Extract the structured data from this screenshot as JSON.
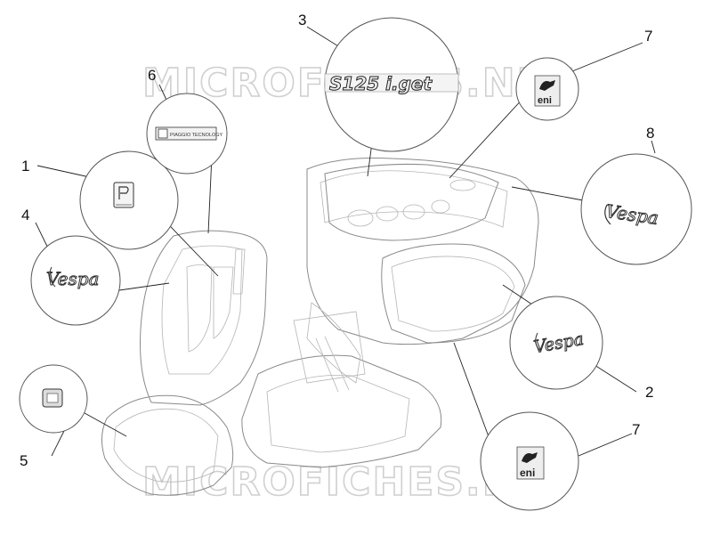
{
  "watermark": {
    "text": "MICROFICHES.NET"
  },
  "callouts": {
    "c1": "1",
    "c2": "2",
    "c3": "3",
    "c4": "4",
    "c5": "5",
    "c6": "6",
    "c7a": "7",
    "c7b": "7",
    "c8": "8"
  },
  "decals": {
    "vespa_script": "Vespa",
    "piaggio_label": "PIAGGIO TECNOLOGY",
    "model_badge": "S125 i.get",
    "eni_label": "eni"
  },
  "icons": [
    "piaggio-emblem-icon",
    "eni-dog-icon",
    "vespa-logo-icon",
    "vespa-3d-logo-icon"
  ]
}
